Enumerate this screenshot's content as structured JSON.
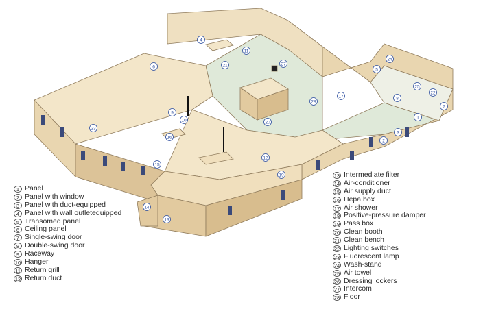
{
  "legend_left": [
    {
      "num": "1",
      "label": "Panel"
    },
    {
      "num": "2",
      "label": "Panel with window"
    },
    {
      "num": "3",
      "label": "Panel with duct-equipped"
    },
    {
      "num": "4",
      "label": "Panel with wall outletequipped"
    },
    {
      "num": "5",
      "label": "Transomed panel"
    },
    {
      "num": "6",
      "label": "Ceiling panel"
    },
    {
      "num": "7",
      "label": "Single-swing door"
    },
    {
      "num": "8",
      "label": "Double-swing door"
    },
    {
      "num": "9",
      "label": "Raceway"
    },
    {
      "num": "10",
      "label": "Hanger"
    },
    {
      "num": "11",
      "label": "Return grill"
    },
    {
      "num": "12",
      "label": "Return duct"
    }
  ],
  "legend_right": [
    {
      "num": "13",
      "label": "Intermediate filter"
    },
    {
      "num": "14",
      "label": "Air-conditioner"
    },
    {
      "num": "15",
      "label": "Air supply duct"
    },
    {
      "num": "16",
      "label": "Hepa box"
    },
    {
      "num": "17",
      "label": "Air shower"
    },
    {
      "num": "18",
      "label": "Positive-pressure damper"
    },
    {
      "num": "19",
      "label": "Pass box"
    },
    {
      "num": "20",
      "label": "Clean booth"
    },
    {
      "num": "21",
      "label": "Clean bench"
    },
    {
      "num": "22",
      "label": "Lighting switches"
    },
    {
      "num": "23",
      "label": "Fluorescent lamp"
    },
    {
      "num": "24",
      "label": "Wash-stand"
    },
    {
      "num": "25",
      "label": "Air towel"
    },
    {
      "num": "26",
      "label": "Dressing lockers"
    },
    {
      "num": "27",
      "label": "Intercom"
    },
    {
      "num": "28",
      "label": "Floor"
    }
  ],
  "callout_numbers": [
    "1",
    "2",
    "3",
    "4",
    "5",
    "6",
    "7",
    "8",
    "9",
    "10",
    "11",
    "12",
    "13",
    "14",
    "15",
    "16",
    "17",
    "19",
    "20",
    "21",
    "22",
    "23",
    "24",
    "25",
    "27",
    "28"
  ],
  "colors": {
    "panel_top": "#f3e6c9",
    "panel_side": "#e9d6b0",
    "panel_dark": "#dcc398",
    "floor": "#dfe9d9",
    "window": "#3b4a7a",
    "callout": "#2e4fa0",
    "line": "#8f7b5c"
  }
}
